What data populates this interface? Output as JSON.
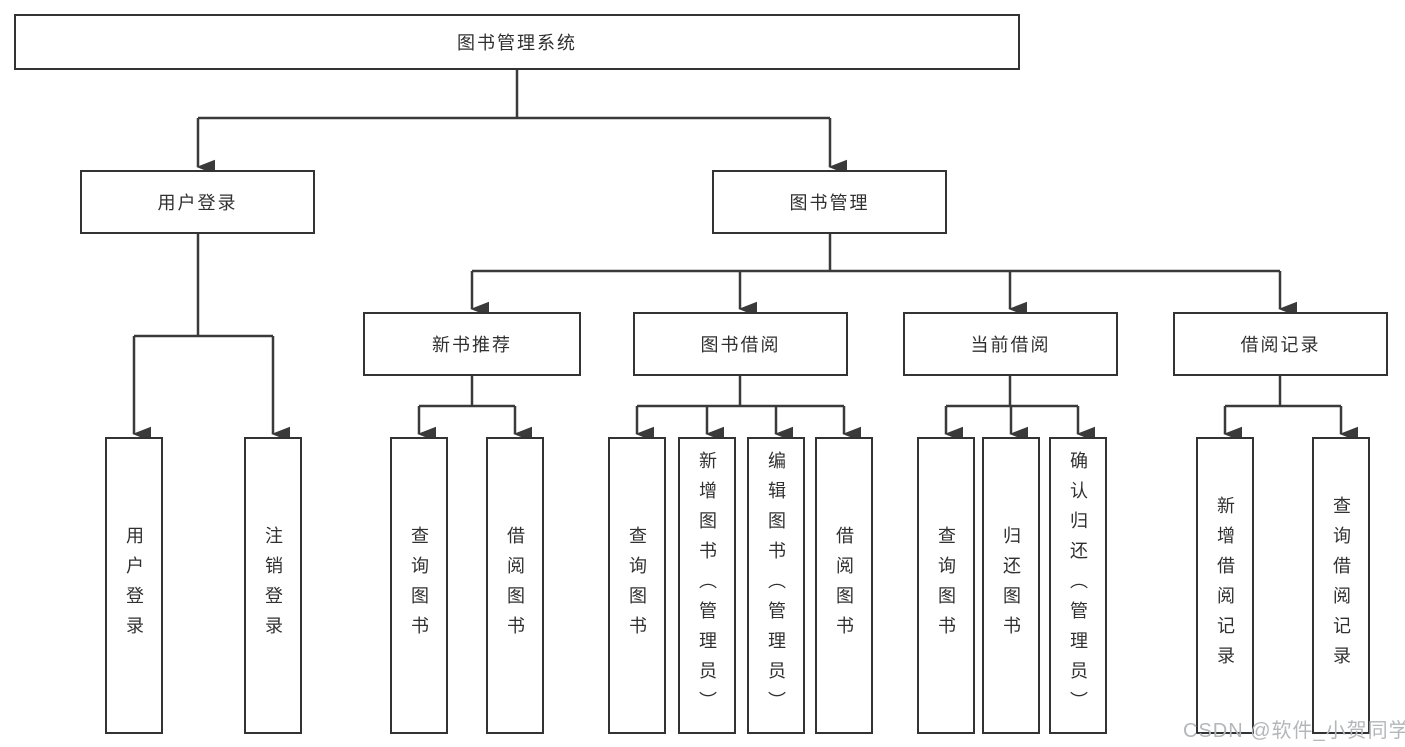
{
  "tree": {
    "label": "图书管理系统",
    "children": [
      {
        "label": "用户登录",
        "children": [
          {
            "label": "用户登录"
          },
          {
            "label": "注销登录"
          }
        ]
      },
      {
        "label": "图书管理",
        "children": [
          {
            "label": "新书推荐",
            "children": [
              {
                "label": "查询图书"
              },
              {
                "label": "借阅图书"
              }
            ]
          },
          {
            "label": "图书借阅",
            "children": [
              {
                "label": "查询图书"
              },
              {
                "label": "新增图书（管理员）"
              },
              {
                "label": "编辑图书（管理员）"
              },
              {
                "label": "借阅图书"
              }
            ]
          },
          {
            "label": "当前借阅",
            "children": [
              {
                "label": "查询图书"
              },
              {
                "label": "归还图书"
              },
              {
                "label": "确认归还（管理员）"
              }
            ]
          },
          {
            "label": "借阅记录",
            "children": [
              {
                "label": "新增借阅记录"
              },
              {
                "label": "查询借阅记录"
              }
            ]
          }
        ]
      }
    ]
  },
  "watermark": "CSDN @软件_小贺同学",
  "colors": {
    "line": "#3a3a3a",
    "box_border": "#333333",
    "background": "#ffffff",
    "watermark": "#b4b7ba"
  }
}
